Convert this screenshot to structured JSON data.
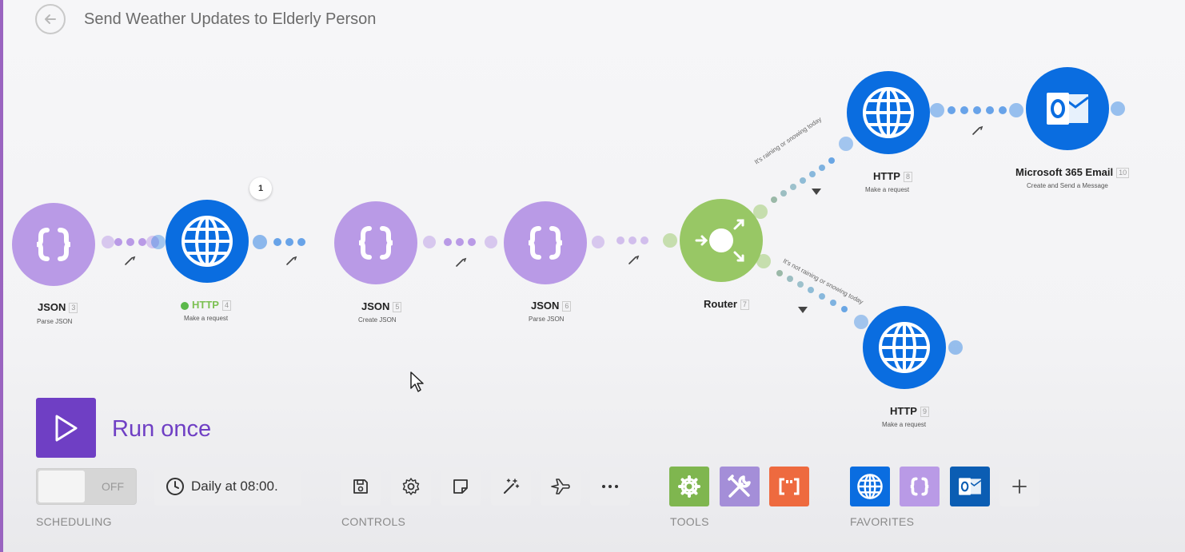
{
  "header": {
    "title": "Send Weather Updates to Elderly Person"
  },
  "nodes": {
    "json3": {
      "name": "JSON",
      "num": "3",
      "sub": "Parse JSON"
    },
    "http4": {
      "name": "HTTP",
      "num": "4",
      "sub": "Make a request",
      "badge": "1"
    },
    "json5": {
      "name": "JSON",
      "num": "5",
      "sub": "Create JSON"
    },
    "json6": {
      "name": "JSON",
      "num": "6",
      "sub": "Parse JSON"
    },
    "router7": {
      "name": "Router",
      "num": "7"
    },
    "http8": {
      "name": "HTTP",
      "num": "8",
      "sub": "Make a request"
    },
    "email10": {
      "name": "Microsoft 365 Email",
      "num": "10",
      "sub": "Create and Send a Message"
    },
    "http9": {
      "name": "HTTP",
      "num": "9",
      "sub": "Make a request"
    }
  },
  "routes": {
    "upper": "It's raining or snowing today",
    "lower": "It's not raining or snowing today"
  },
  "toolbar": {
    "run_label": "Run once",
    "toggle_state": "OFF",
    "schedule": "Daily at 08:00.",
    "sections": {
      "scheduling": "SCHEDULING",
      "controls": "CONTROLS",
      "tools": "TOOLS",
      "favorites": "FAVORITES"
    }
  },
  "colors": {
    "json": "#b99ae6",
    "http": "#0a6de0",
    "router": "#98c765",
    "accent": "#6f3fc4",
    "tools_orange": "#ee6a3f"
  }
}
